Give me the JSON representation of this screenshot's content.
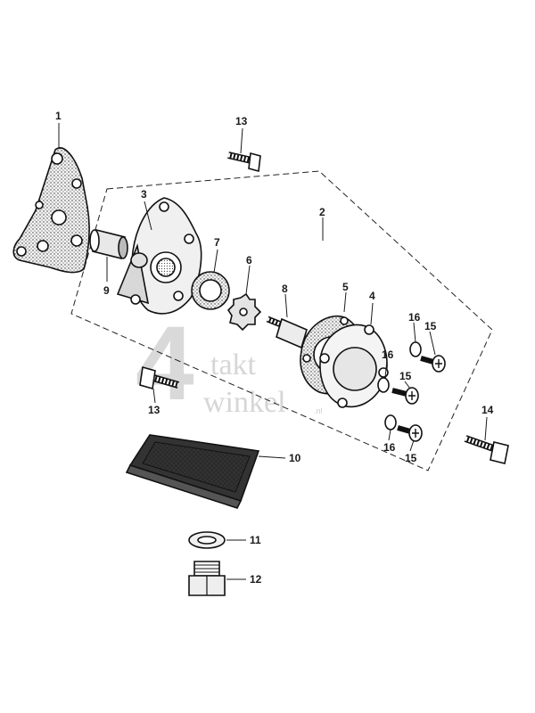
{
  "watermark": {
    "numeral": "4",
    "line1": "takt",
    "line2": "winkel",
    "suffix": ".nl"
  },
  "labels": {
    "l1": "1",
    "l2": "2",
    "l3": "3",
    "l4": "4",
    "l5": "5",
    "l6": "6",
    "l7": "7",
    "l8": "8",
    "l9": "9",
    "l10": "10",
    "l11": "11",
    "l12": "12",
    "l13a": "13",
    "l13b": "13",
    "l14": "14",
    "l15a": "15",
    "l15b": "15",
    "l15c": "15",
    "l16a": "16",
    "l16b": "16",
    "l16c": "16"
  }
}
